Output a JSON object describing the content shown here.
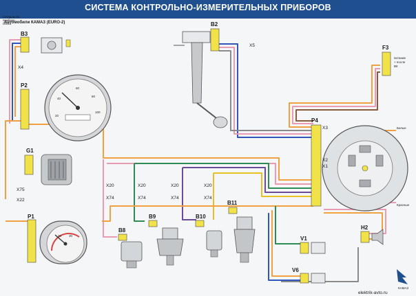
{
  "title": "СИСТЕМА КОНТРОЛЬНО-ИЗМЕРИТЕЛЬНЫХ ПРИБОРОВ",
  "subtitle": "Автомобили КАМАЗ (EURO-2)",
  "corner_note": [
    "Сигналы из",
    "приборн.",
    "блока"
  ],
  "components": {
    "B3": "B3",
    "P2": "P2",
    "G1": "G1",
    "P1": "P1",
    "B2": "B2",
    "F3": "F3",
    "P4": "P4",
    "B8": "B8",
    "B9": "B9",
    "B10": "B10",
    "B11": "B11",
    "V1": "V1",
    "V6": "V6",
    "H2": "H2"
  },
  "connectors": {
    "X4": "X4",
    "X5": "X5",
    "X75": "X75",
    "X22": "X22",
    "X20a": "X20",
    "X74a": "X74",
    "X20b": "X20",
    "X74b": "X74",
    "X20c": "X20",
    "X74c": "X74",
    "X20d": "X20",
    "X74d": "X74",
    "X3": "X3",
    "X2": "X2",
    "X1": "X1"
  },
  "notes": {
    "f3_note": [
      "питание",
      "+ после",
      "ВК"
    ],
    "p4_top": "Белые",
    "p4_bottom": "Красные"
  },
  "watermark": "elektrik-avto.ru",
  "logo_text": "КАМАЗ",
  "colors": {
    "title_bg": "#1f4f8f",
    "wire_orange": "#f0a040",
    "wire_pink": "#e89bb0",
    "wire_blue": "#2f55c0",
    "wire_green": "#2e8a55",
    "wire_purple": "#6a4a9a",
    "wire_grey": "#8a8a8a",
    "wire_brown": "#8a5a3a",
    "wire_yellow": "#e8c020",
    "connector": "#f2e24a"
  }
}
